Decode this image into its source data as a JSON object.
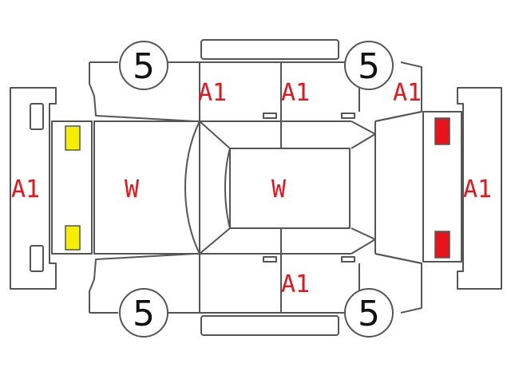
{
  "wheel_marks": [
    "5",
    "5",
    "5",
    "5"
  ],
  "panel_codes": {
    "left_bumper": "A1",
    "front_left_door": "A1",
    "rear_left_door": "A1",
    "rear_left_quarter": "A1",
    "rear_bumper": "A1",
    "rear_right_door": "A1",
    "hood": "W",
    "roof": "W"
  },
  "colors": {
    "outline": "#555555",
    "code_text": "#e8141b",
    "front_lamp": "#f5ee00",
    "rear_lamp": "#e8141b"
  }
}
